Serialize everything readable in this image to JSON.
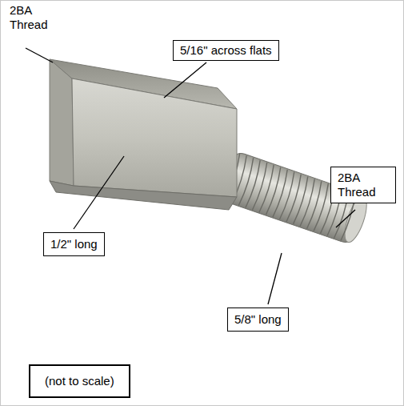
{
  "diagram": {
    "nodes": [
      {
        "text": [
          "5/16\" across flats"
        ]
      },
      {
        "text": [
          "2BA Thread"
        ]
      },
      {
        "text": [
          "1/2\" long"
        ]
      },
      {
        "text": [
          "5/8\" long"
        ]
      },
      {
        "text": [
          "(not to scale)"
        ]
      }
    ],
    "labels": [
      "2BA Thread"
    ]
  }
}
